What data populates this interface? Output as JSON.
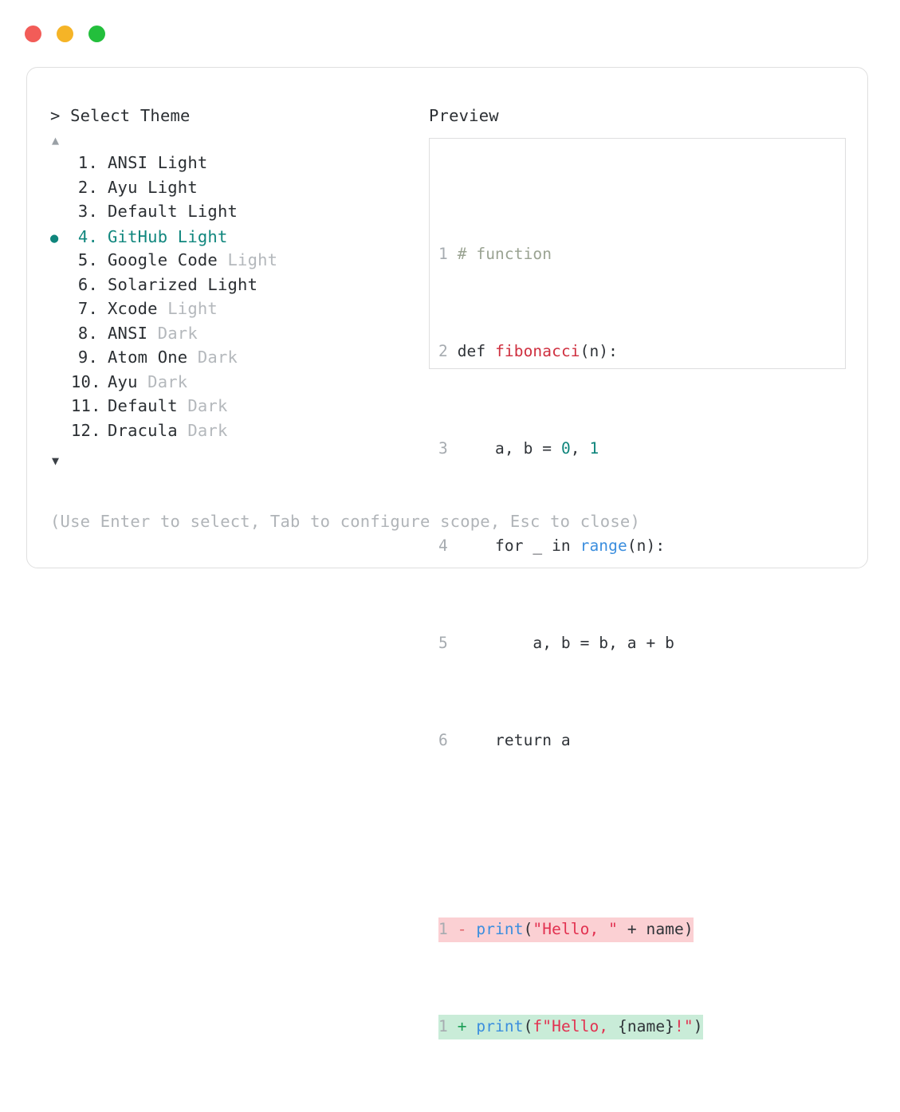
{
  "window": {
    "dots": [
      {
        "name": "close",
        "color": "#f25c58"
      },
      {
        "name": "minimize",
        "color": "#f5b427"
      },
      {
        "name": "maximize",
        "color": "#23bf3c"
      }
    ]
  },
  "picker": {
    "title": "> Select Theme",
    "scroll_up_icon": "▲",
    "scroll_down_icon": "▼",
    "selected_index": 4,
    "bullet_icon": "●",
    "accent_color": "#11877e",
    "items": [
      {
        "index": "1.",
        "name": "ANSI Light",
        "variant": "",
        "selected": false
      },
      {
        "index": "2.",
        "name": "Ayu Light",
        "variant": "",
        "selected": false
      },
      {
        "index": "3.",
        "name": "Default Light",
        "variant": "",
        "selected": false
      },
      {
        "index": "4.",
        "name": "GitHub Light",
        "variant": "",
        "selected": true
      },
      {
        "index": "5.",
        "name": "Google Code",
        "variant": " Light",
        "selected": false
      },
      {
        "index": "6.",
        "name": "Solarized Light",
        "variant": "",
        "selected": false
      },
      {
        "index": "7.",
        "name": "Xcode",
        "variant": " Light",
        "selected": false
      },
      {
        "index": "8.",
        "name": "ANSI",
        "variant": " Dark",
        "selected": false
      },
      {
        "index": "9.",
        "name": "Atom One",
        "variant": " Dark",
        "selected": false
      },
      {
        "index": "10.",
        "name": "Ayu",
        "variant": " Dark",
        "selected": false
      },
      {
        "index": "11.",
        "name": "Default",
        "variant": " Dark",
        "selected": false
      },
      {
        "index": "12.",
        "name": "Dracula",
        "variant": " Dark",
        "selected": false
      }
    ],
    "hint": "(Use Enter to select, Tab to configure scope, Esc to close)"
  },
  "preview": {
    "title": "Preview",
    "code_lines": [
      {
        "no": "1",
        "text": "# function"
      },
      {
        "no": "2",
        "text": "def fibonacci(n):"
      },
      {
        "no": "3",
        "text": "    a, b = 0, 1"
      },
      {
        "no": "4",
        "text": "    for _ in range(n):"
      },
      {
        "no": "5",
        "text": "        a, b = b, a + b"
      },
      {
        "no": "6",
        "text": "    return a"
      }
    ],
    "diff": [
      {
        "no": "1",
        "marker": "-",
        "text": "print(\"Hello, \" + name)",
        "kind": "removed",
        "bg": "#fbd0d3"
      },
      {
        "no": "1",
        "marker": "+",
        "text": "print(f\"Hello, {name}!\")",
        "kind": "added",
        "bg": "#c9ecd8"
      }
    ],
    "syntax_colors": {
      "comment": "#9aa392",
      "function_name": "#cf2f3f",
      "number": "#0f857c",
      "builtin": "#3b8ede",
      "string": "#e23150",
      "plain": "#2f3338",
      "line_number": "#a6abb0"
    }
  }
}
